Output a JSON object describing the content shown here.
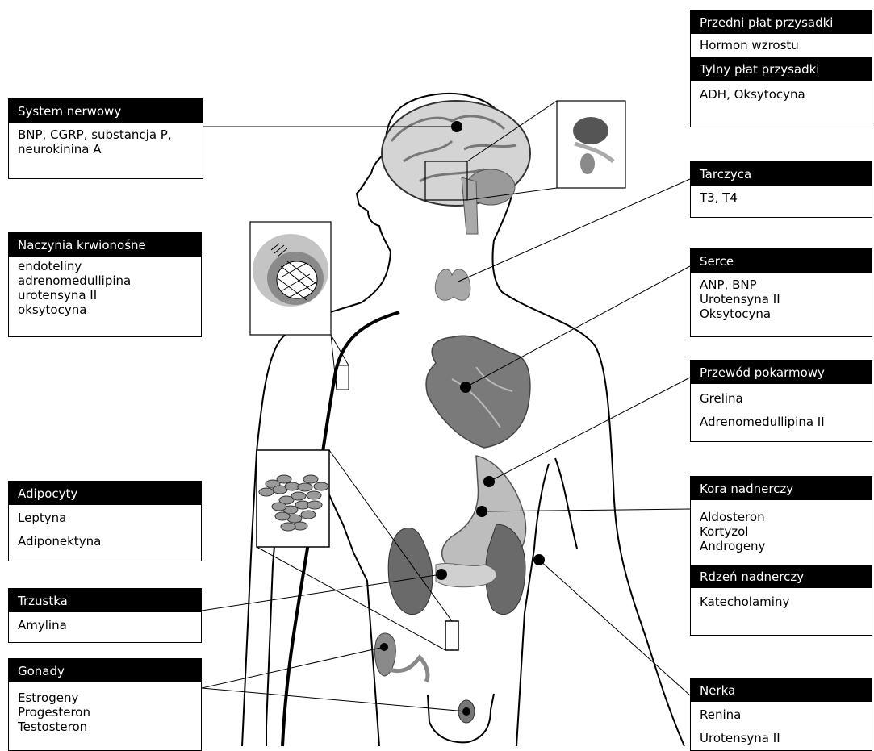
{
  "boxes": {
    "nervous": {
      "header": "System nerwowy",
      "lines": [
        "BNP, CGRP, substancja P,",
        "neurokinina A"
      ]
    },
    "vessels": {
      "header": "Naczynia krwionośne",
      "lines": [
        "endoteliny",
        "adrenomedullipina",
        "urotensyna  II",
        "oksytocyna"
      ]
    },
    "adipocytes": {
      "header": "Adipocyty",
      "lines": [
        "Leptyna",
        "Adiponektyna"
      ]
    },
    "pancreas": {
      "header": "Trzustka",
      "lines": [
        "Amylina"
      ]
    },
    "gonads": {
      "header": "Gonady",
      "lines": [
        "Estrogeny",
        "Progesteron",
        "Testosteron"
      ]
    },
    "pituitary_anterior": {
      "header": "Przedni płat przysadki",
      "lines": [
        "Hormon wzrostu"
      ]
    },
    "pituitary_posterior": {
      "header": "Tylny płat przysadki",
      "lines": [
        "ADH, Oksytocyna"
      ]
    },
    "thyroid": {
      "header": "Tarczyca",
      "lines": [
        "T3, T4"
      ]
    },
    "heart": {
      "header": "Serce",
      "lines": [
        "ANP, BNP",
        "Urotensyna II",
        "Oksytocyna"
      ]
    },
    "gut": {
      "header": "Przewód pokarmowy",
      "lines": [
        "Grelina",
        "Adrenomedullipina II"
      ]
    },
    "adrenal_cortex": {
      "header": "Kora nadnerczy",
      "lines": [
        "Aldosteron",
        "Kortyzol",
        "Androgeny"
      ]
    },
    "adrenal_medulla": {
      "header": "Rdzeń nadnerczy",
      "lines": [
        "Katecholaminy"
      ]
    },
    "kidney": {
      "header": "Nerka",
      "lines": [
        "Renina",
        "Urotensyna II"
      ]
    }
  },
  "colors": {
    "ink": "#000000",
    "header_bg": "#000000",
    "header_text": "#ffffff",
    "organ_gray": "#8a8a8a",
    "organ_light": "#c8c8c8"
  }
}
